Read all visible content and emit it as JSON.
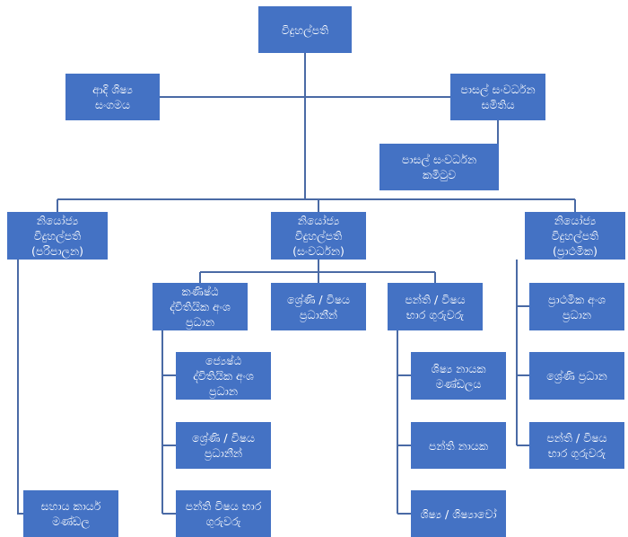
{
  "colors": {
    "box_fill": "#4472c4",
    "box_text": "#ffffff",
    "connector": "#4a6aa5",
    "background": "#ffffff"
  },
  "org_chart": {
    "principal": "විදුහල්පති",
    "past_pupils_association": "ආදි ශිෂ්‍ය\nසංගමය",
    "school_development_society": "පාසල් සංවර්ධන\nසමිතිය",
    "school_development_committee": "පාසල් සංවර්ධන\nකමිටුව",
    "deputy_admin": "නියෝජ්‍ය\nවිදුහල්පති\n(පරිපාලන)",
    "deputy_development": "නියෝජ්‍ය\nවිදුහල්පති\n(සංවර්ධන)",
    "deputy_primary": "නියෝජ්‍ය\nවිදුහල්පති\n(ප්‍රාථමික)",
    "support_staff": "සහාය කාර්ය\nමණ්ඩල",
    "junior_secondary_head": "කණිෂ්ඨ\nද්විතියික අංශ\nප්‍රධාන",
    "grade_subject_heads": "ශ්‍රේණි / විෂය\nප්‍රධානීන්",
    "class_subject_teachers": "පන්ති / විෂය\nභාර ගුරුවරු",
    "senior_secondary_head": "ජ්‍යෙෂ්ඨ\nද්විතියික අංශ\nප්‍රධාන",
    "grade_subject_heads_secondary": "ශ්‍රේණි / විෂය\nප්‍රධානීන්",
    "class_subject_teachers_secondary": "පන්ති විෂය භාර\nගුරුවරු",
    "prefects_council": "ශිෂ්‍ය නායක\nමණ්ඩලය",
    "class_prefects": "පන්ති නායක",
    "students": "ශිෂ්‍ය / ශිෂ්‍යාවෝ",
    "primary_section_head": "ප්‍රාථමික අංශ\nප්‍රධාන",
    "grade_heads_primary": "ශ්‍රේණි ප්‍රධාන",
    "class_subject_teachers_primary": "පන්ති / විෂය\nභාර ගුරුවරු"
  }
}
